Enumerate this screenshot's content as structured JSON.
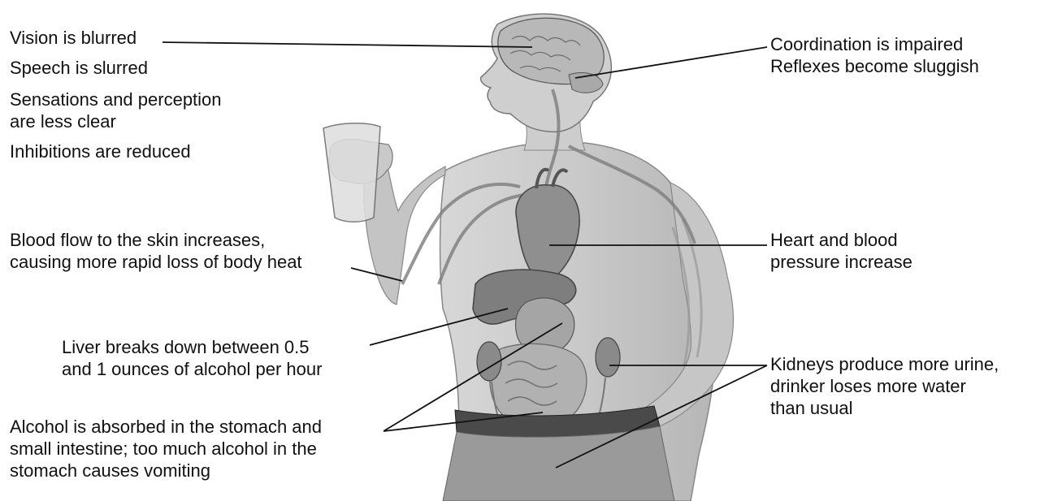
{
  "labels": {
    "vision": "Vision is blurred",
    "speech": "Speech is slurred",
    "sensations": [
      "Sensations and perception",
      "are less clear"
    ],
    "inhibitions": "Inhibitions are reduced",
    "blood_flow": [
      "Blood flow to the skin increases,",
      "causing more rapid loss of body heat"
    ],
    "liver": [
      "Liver breaks down between 0.5",
      "and 1 ounces of alcohol per hour"
    ],
    "absorbed": [
      "Alcohol is absorbed in the stomach and",
      "small intestine; too much alcohol in the",
      "stomach causes vomiting"
    ],
    "coordination": [
      "Coordination is impaired",
      "Reflexes become sluggish"
    ],
    "heart": [
      "Heart and blood",
      "pressure increase"
    ],
    "kidneys": [
      "Kidneys produce more urine,",
      "drinker loses more water",
      "than usual"
    ]
  }
}
